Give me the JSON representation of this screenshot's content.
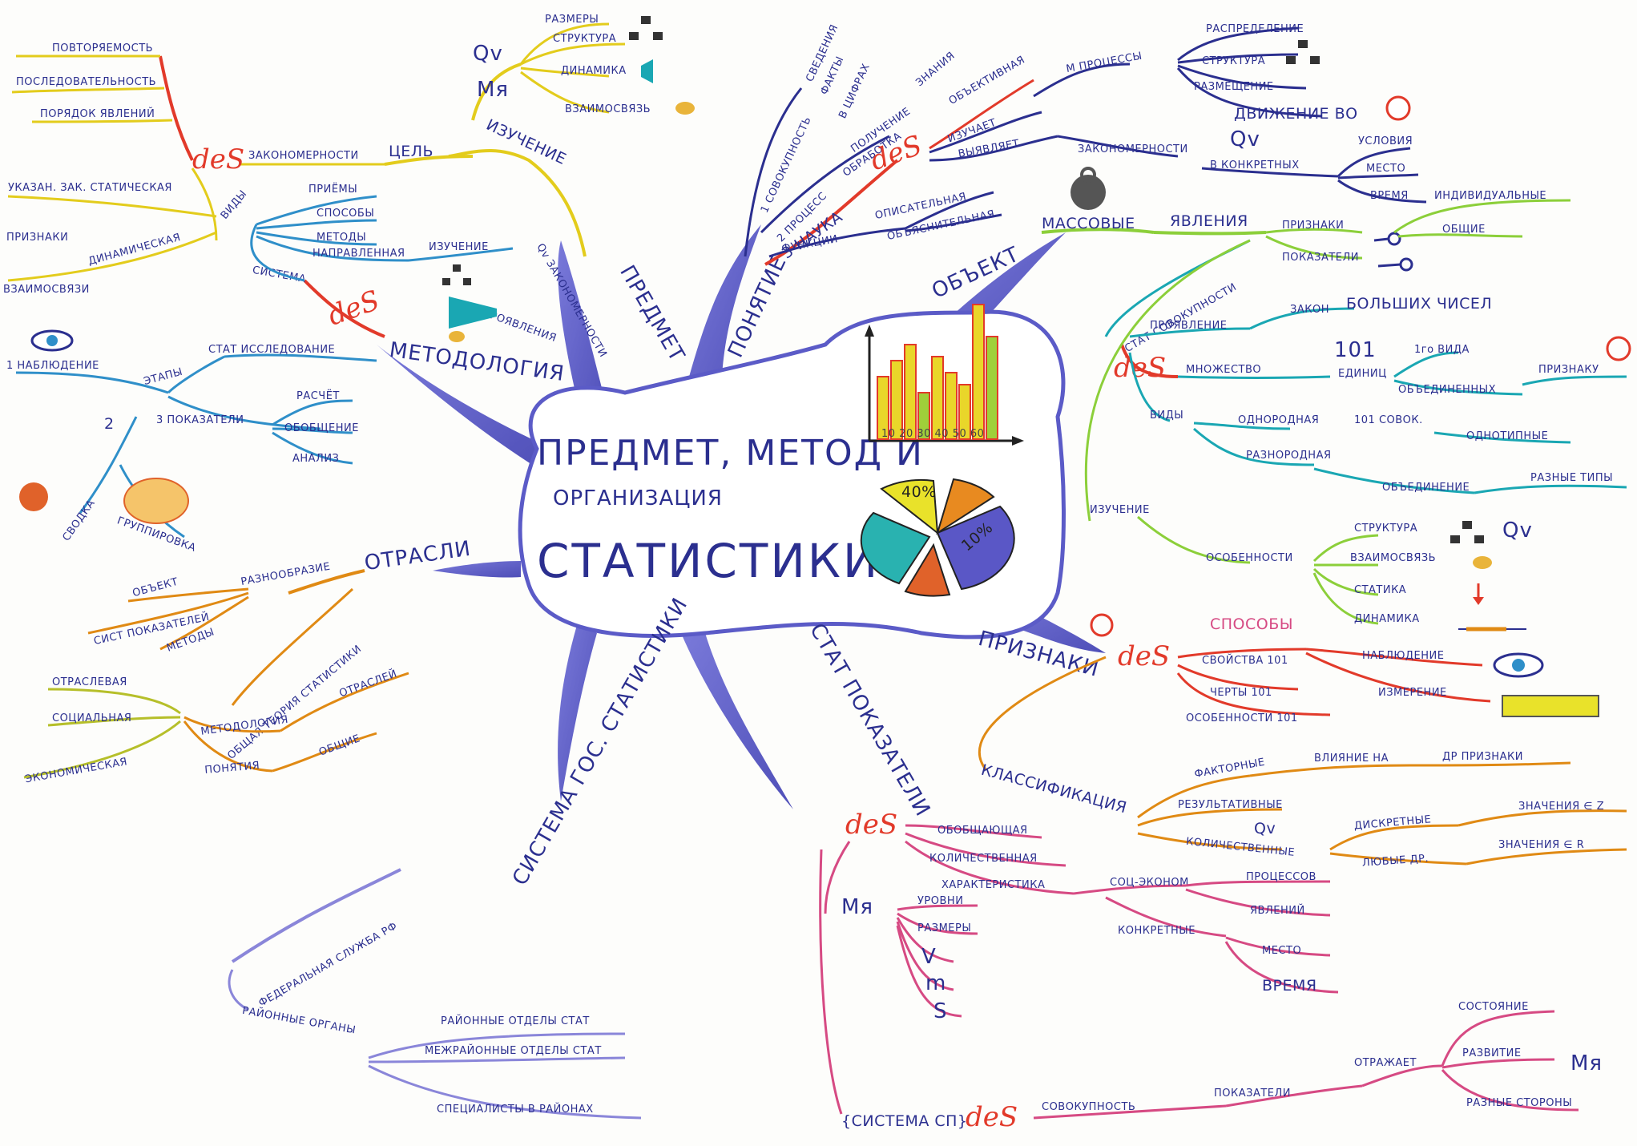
{
  "title": {
    "line1": "ПРЕДМЕТ, МЕТОД И",
    "line2": "ОРГАНИЗАЦИЯ",
    "line3": "СТАТИСТИКИ"
  },
  "colors": {
    "trunk": "#5b5bc7",
    "yellow": "#e3cc1c",
    "blue": "#2f8fc9",
    "navy": "#2b2f8f",
    "green": "#8ccf3a",
    "teal": "#1aa7b3",
    "orange": "#e08a14",
    "red": "#e23a2a",
    "pink": "#d64a83",
    "olive": "#b6bf2a",
    "lavender": "#8a86d9"
  },
  "branches": {
    "predmet": "ПРЕДМЕТ",
    "ponyatie": "ПОНЯТИЕ",
    "obekt": "ОБЪЕКТ",
    "metodologiya": "МЕТОДОЛОГИЯ",
    "otrasli": "ОТРАСЛИ",
    "sistema_gos": "СИСТЕМА ГОС. СТАТИСТИКИ",
    "stat_pokazateli": "СТАТ ПОКАЗАТЕЛИ",
    "priznaki": "ПРИЗНАКИ"
  },
  "predmet": {
    "izuchenie": "ИЗУЧЕНИЕ",
    "qv": "Qv",
    "mya": "Mя",
    "razmery": "РАЗМЕРЫ",
    "struktura": "СТРУКТУРА",
    "dinamika": "ДИНАМИКА",
    "vzaimosvyaz": "ВЗАИМОСВЯЗЬ",
    "cel": "ЦЕЛЬ",
    "zakonomernosti": "ЗАКОНОМЕРНОСТИ",
    "des": "deS",
    "povtoryaemost": "ПОВТОРЯЕМОСТЬ",
    "posledovatelnost": "ПОСЛЕДОВАТЕЛЬНОСТЬ",
    "poryadok": "ПОРЯДОК ЯВЛЕНИЙ",
    "vidy": "ВИДЫ",
    "staticheskaya": "УКАЗАН. ЗАК. СТАТИЧЕСКАЯ",
    "dinamicheskaya": "ДИНАМИЧЕСКАЯ",
    "priznaki_sm": "ПРИЗНАКИ",
    "vzaimosvyazi": "ВЗАИМОСВЯЗИ"
  },
  "ponyatie": {
    "sovokupnost": "1 СОВОКУПНОСТЬ",
    "svedeniya": "СВЕДЕНИЯ",
    "fakty": "ФАКТЫ",
    "v_cifrah": "В ЦИФРАХ",
    "process": "2 ПРОЦЕСС",
    "poluchenie": "ПОЛУЧЕНИЕ",
    "obrabotka": "ОБРАБОТКА",
    "znaniya": "ЗНАНИЯ",
    "nauka": "3 НАУКА",
    "des": "deS",
    "obektivnaya": "ОБЪЕКТИВНАЯ",
    "izuchaet": "ИЗУЧАЕТ",
    "vyyavlyaet": "ВЫЯВЛЯЕТ",
    "funkcii": "ФУНКЦИИ",
    "opisatelnaya": "ОПИСАТЕЛЬНАЯ",
    "obyasnitelnaya": "ОБЪЯСНИТЕЛЬНАЯ",
    "m_processy": "M ПРОЦЕССЫ",
    "raspredelenie": "РАСПРЕДЕЛЕНИЕ",
    "struktura": "СТРУКТУРА",
    "razmeshchenie": "РАЗМЕЩЕНИЕ",
    "dvizhenie": "ДВИЖЕНИЕ ВО",
    "zakonomernosti": "ЗАКОНОМЕРНОСТИ",
    "qv": "Qv",
    "konkretnye": "В КОНКРЕТНЫХ",
    "usloviya": "УСЛОВИЯ",
    "mesto": "МЕСТО",
    "vremya": "ВРЕМЯ"
  },
  "obekt": {
    "massovye": "МАССОВЫЕ",
    "yavleniya": "ЯВЛЕНИЯ",
    "priznaki": "ПРИЗНАКИ",
    "individualnye": "ИНДИВИДУАЛЬНЫЕ",
    "obshchie": "ОБЩИЕ",
    "pokazateli": "ПОКАЗАТЕЛИ",
    "stat_sovokupnosti": "СТАТ СОВОКУПНОСТИ",
    "proyavlenie": "ПРОЯВЛЕНИЕ",
    "zakon": "ЗАКОН",
    "bolshih": "БОЛЬШИХ ЧИСЕЛ",
    "des": "deS",
    "mnozhestvo": "МНОЖЕСТВО",
    "n101": "101",
    "edinic": "ЕДИНИЦ",
    "vida": "1го ВИДА",
    "obedinennyh": "ОБЪЕДИНЕННЫХ",
    "priznaku": "ПРИЗНАКУ",
    "vidy": "ВИДЫ",
    "odnorodnaya": "ОДНОРОДНАЯ",
    "ed_sovok": "101 СОВОК.",
    "odnotipnye": "ОДНОТИПНЫЕ",
    "raznorodnaya": "РАЗНОРОДНАЯ",
    "obedinenie": "ОБЪЕДИНЕНИЕ",
    "raznye_tipy": "РАЗНЫЕ ТИПЫ",
    "izuchenie": "ИЗУЧЕНИЕ",
    "osobennosti": "ОСОБЕННОСТИ",
    "struktura": "СТРУКТУРА",
    "vzaimosvyaz": "ВЗАИМОСВЯЗЬ",
    "statika": "СТАТИКА",
    "dinamika": "ДИНАМИКА",
    "qv": "Qv"
  },
  "metodologiya": {
    "sistema": "СИСТЕМА",
    "des": "deS",
    "priemy": "ПРИЁМЫ",
    "sposoby": "СПОСОБЫ",
    "metody": "МЕТОДЫ",
    "napravlennaya": "НАПРАВЛЕННАЯ",
    "izuchenie": "ИЗУЧЕНИЕ",
    "qv_zakon": "Qv ЗАКОНОМЕРНОСТИ",
    "proyavleniya": "ПРОЯВЛЕНИЯ",
    "stat_issled": "СТАТ ИССЛЕДОВАНИЕ",
    "etapy": "ЭТАПЫ",
    "nablyudenie": "1 НАБЛЮДЕНИЕ",
    "svodka": "СВОДКА",
    "gruppirovka": "ГРУППИРОВКА",
    "pokazateli": "3 ПОКАЗАТЕЛИ",
    "raschet": "РАСЧЁТ",
    "obobshchenie": "ОБОБЩЕНИЕ",
    "analiz": "АНАЛИЗ",
    "n2": "2"
  },
  "otrasli": {
    "raznoobrazie": "РАЗНООБРАЗИЕ",
    "obekt": "ОБЪЕКТ",
    "sist_pokazateley": "СИСТ ПОКАЗАТЕЛЕЙ",
    "metody": "МЕТОДЫ",
    "obshchaya_teoriya": "ОБЩАЯ ТЕОРИЯ СТАТИСТИКИ",
    "otraslevaya": "ОТРАСЛЕВАЯ",
    "socialnaya": "СОЦИАЛЬНАЯ",
    "ekonomicheskaya": "ЭКОНОМИЧЕСКАЯ",
    "metodologiya": "МЕТОДОЛОГИЯ",
    "otrasley": "ОТРАСЛЕЙ",
    "ponyatiya": "ПОНЯТИЯ",
    "obshchie": "ОБЩИЕ"
  },
  "sistema_gos": {
    "federalnaya": "ФЕДЕРАЛЬНАЯ СЛУЖБА РФ",
    "rayonnye": "РАЙОННЫЕ ОРГАНЫ",
    "rayonnye_otdely": "РАЙОННЫЕ ОТДЕЛЫ СТАТ",
    "mezhrayonnye": "МЕЖРАЙОННЫЕ ОТДЕЛЫ СТАТ",
    "specialisty": "СПЕЦИАЛИСТЫ В РАЙОНАХ"
  },
  "stat_pokazateli": {
    "des": "deS",
    "obobshchayushchaya": "ОБОБЩАЮЩАЯ",
    "kolichestvennaya": "КОЛИЧЕСТВЕННАЯ",
    "harakteristika": "ХАРАКТЕРИСТИКА",
    "soc_ekonom": "СОЦ-ЭКОНОМ",
    "processov": "ПРОЦЕССОВ",
    "yavleniy": "ЯВЛЕНИЙ",
    "konkretnye": "КОНКРЕТНЫЕ",
    "mesto": "МЕСТО",
    "vremya": "ВРЕМЯ",
    "mya": "Mя",
    "urovni": "УРОВНИ",
    "razmery": "РАЗМЕРЫ",
    "v": "V",
    "m": "m",
    "s": "S",
    "sistema_sp": "{СИСТЕМА СП}",
    "sovokupnost": "СОВОКУПНОСТЬ",
    "pokazateli": "ПОКАЗАТЕЛИ",
    "otrazhaet": "ОТРАЖАЕТ",
    "sostoyanie": "СОСТОЯНИЕ",
    "razvitie": "РАЗВИТИЕ",
    "raznye_storony": "РАЗНЫЕ СТОРОНЫ",
    "mya2": "Mя"
  },
  "priznaki": {
    "des": "deS",
    "sposoby": "СПОСОБЫ",
    "svoystva": "СВОЙСТВА 101",
    "cherty": "ЧЕРТЫ 101",
    "osobennosti": "ОСОБЕННОСТИ 101",
    "nablyudenie": "НАБЛЮДЕНИЕ",
    "izmerenie": "ИЗМЕРЕНИЕ",
    "klassifikaciya": "КЛАССИФИКАЦИЯ",
    "faktornye": "ФАКТОРНЫЕ",
    "vliyanie": "ВЛИЯНИЕ НА",
    "dr_priznaki": "ДР ПРИЗНАКИ",
    "rezultativnye": "РЕЗУЛЬТАТИВНЫЕ",
    "kolichestvennye": "КОЛИЧЕСТВЕННЫЕ",
    "qv": "Qv",
    "diskretnye": "ДИСКРЕТНЫЕ",
    "znacheniya_z": "ЗНАЧЕНИЯ ∈ Z",
    "lyubye": "ЛЮБЫЕ ДР.",
    "znacheniya_r": "ЗНАЧЕНИЯ ∈ R"
  },
  "center_chart": {
    "ticks": "10 20 30 40 50 60",
    "pie_a": "40%",
    "pie_b": "10%"
  }
}
